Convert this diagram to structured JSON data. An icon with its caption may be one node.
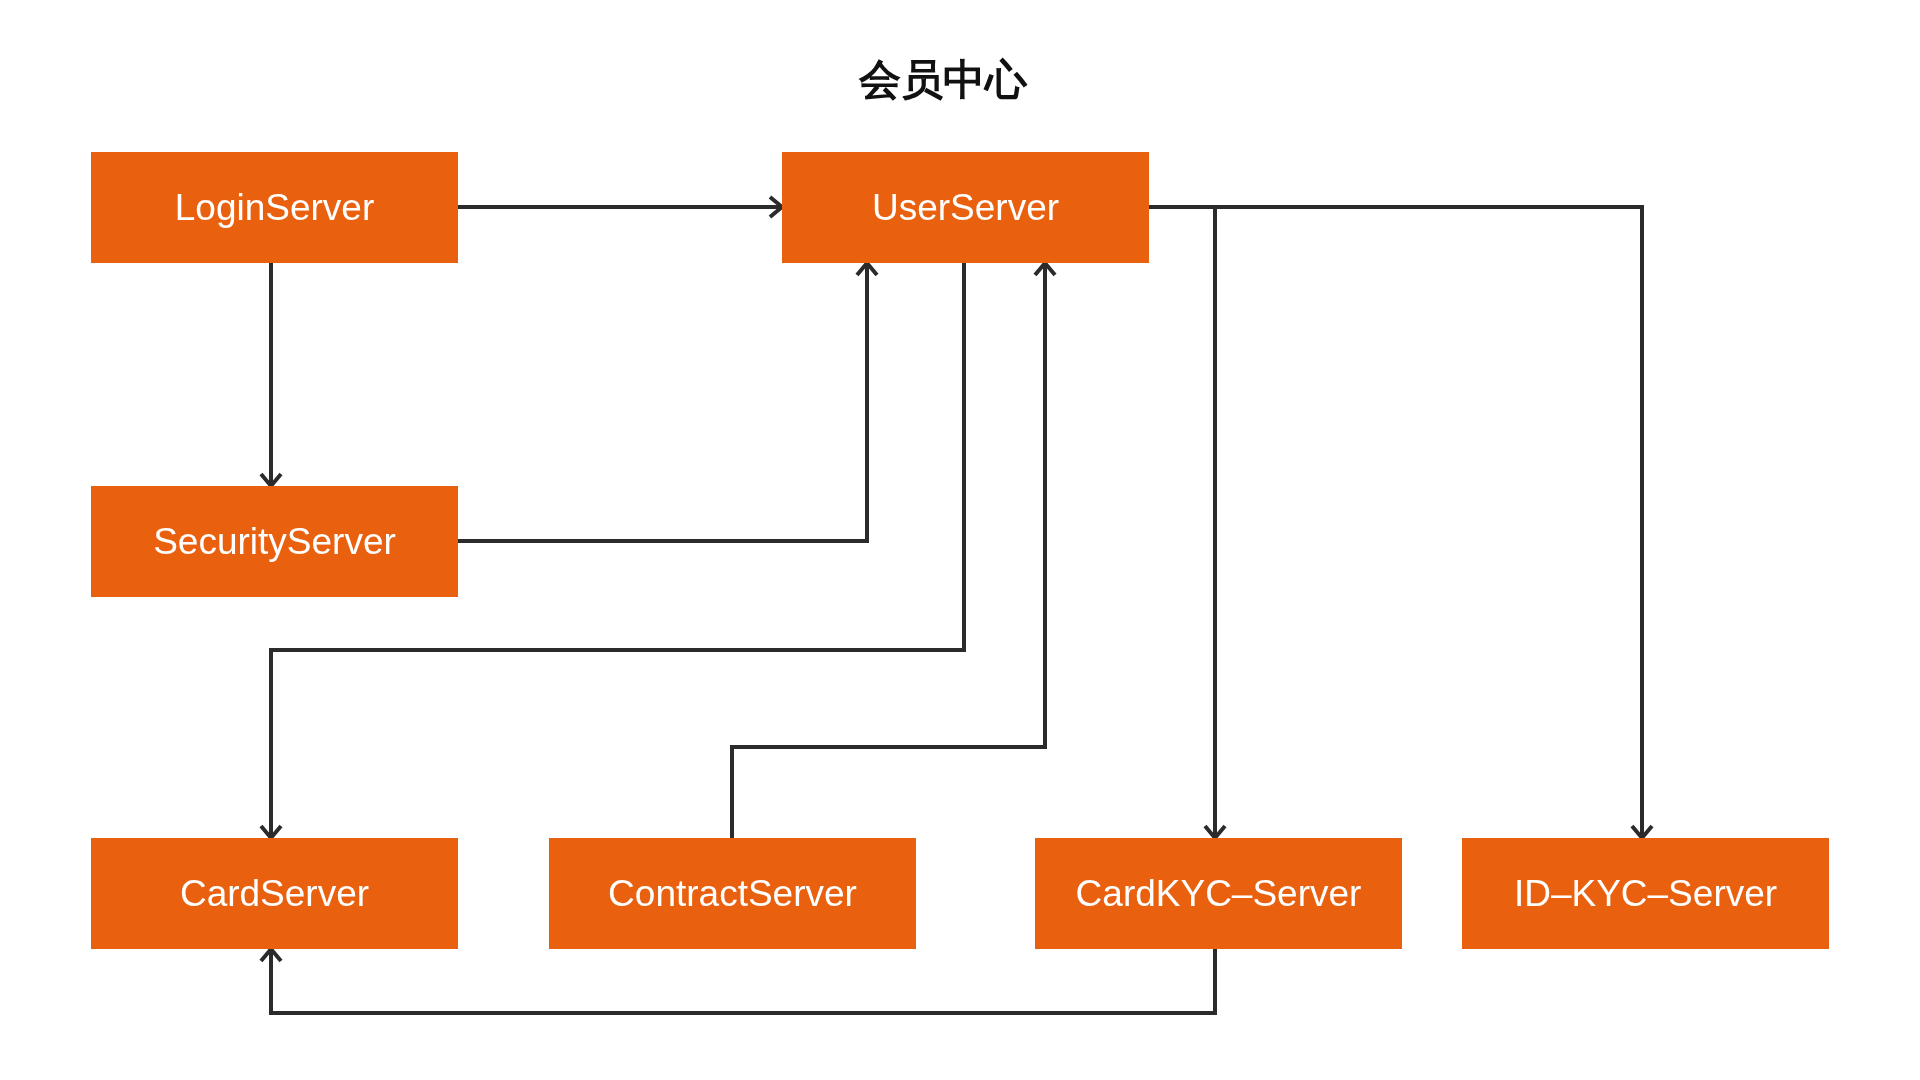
{
  "diagram": {
    "title": "会员中心",
    "nodes": [
      {
        "text": [
          "LoginServer"
        ]
      },
      {
        "text": [
          "UserServer"
        ]
      },
      {
        "text": [
          "SecurityServer"
        ]
      },
      {
        "text": [
          "CardServer"
        ]
      },
      {
        "text": [
          "ContractServer"
        ]
      },
      {
        "text": [
          "CardKYC–Server"
        ]
      },
      {
        "text": [
          "ID–KYC–Server"
        ]
      }
    ],
    "edges": [
      {
        "from": 0,
        "to": 1,
        "arrow": "to"
      },
      {
        "from": 0,
        "to": 2,
        "arrow": "to"
      },
      {
        "from": 2,
        "to": 1,
        "arrow": "to"
      },
      {
        "from": 1,
        "to": 3,
        "arrow": "to"
      },
      {
        "from": 4,
        "to": 1,
        "arrow": "to"
      },
      {
        "from": 1,
        "to": 5,
        "arrow": "to"
      },
      {
        "from": 1,
        "to": 6,
        "arrow": "to"
      },
      {
        "from": 5,
        "to": 3,
        "arrow": "to"
      }
    ]
  }
}
